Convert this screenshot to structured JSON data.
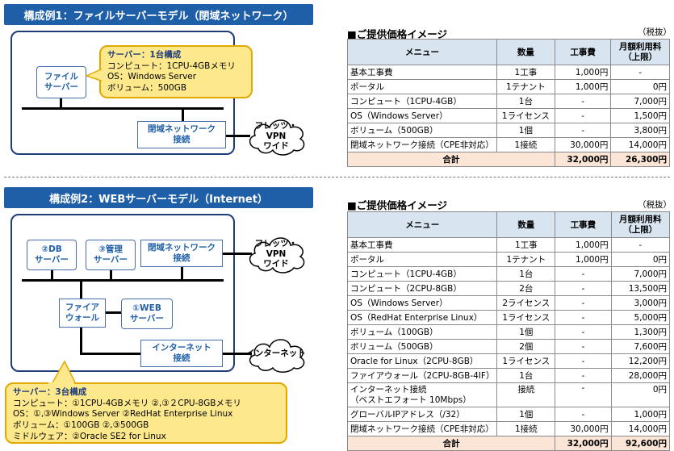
{
  "config1": {
    "banner": "構成例1：ファイルサーバーモデル（閉域ネットワーク）",
    "server_label": [
      "ファイル",
      "サーバー"
    ],
    "callout": {
      "title": "サーバー：1台構成",
      "lines": [
        "コンピュート：1CPU-4GBメモリ",
        "OS：Windows Server",
        "ボリューム：500GB"
      ]
    },
    "network_box": [
      "閉域ネットワーク",
      "接続"
    ],
    "cloud": [
      "フレッツ・",
      "VPN",
      "ワイド"
    ]
  },
  "config2": {
    "banner": "構成例2：WEBサーバーモデル（Internet）",
    "db_server": [
      "②DB",
      "サーバー"
    ],
    "mgmt_server": [
      "③管理",
      "サーバー"
    ],
    "network_box": [
      "閉域ネットワーク",
      "接続"
    ],
    "cloud_vpn": [
      "フレッツ・",
      "VPN",
      "ワイド"
    ],
    "firewall": [
      "ファイア",
      "ウォール"
    ],
    "web_server": [
      "①WEB",
      "サーバー"
    ],
    "internet_box": [
      "インターネット",
      "接続"
    ],
    "internet_cloud": "インターネット",
    "callout": {
      "title": "サーバー：3台構成",
      "lines": [
        "コンピュート：①1CPU-4GBメモリ ②,③２CPU-8GBメモリ",
        "OS：①,③Windows Server ②RedHat Enterprise Linux",
        "ボリューム：①100GB ②,③500GB",
        "ミドルウェア：②Oracle SE2 for Linux"
      ]
    }
  },
  "table_common": {
    "section_title": "■ご提供価格イメージ",
    "tax_note": "（税抜）",
    "headers": [
      "メニュー",
      "数量",
      "工事費",
      "月額利用料",
      "（上限）"
    ]
  },
  "table1": {
    "rows": [
      [
        "基本工事費",
        "1工事",
        "1,000円",
        "-"
      ],
      [
        "ポータル",
        "1テナント",
        "1,000円",
        "0円"
      ],
      [
        "コンピュート（1CPU-4GB）",
        "1台",
        "-",
        "7,000円"
      ],
      [
        "OS（Windows Server）",
        "1ライセンス",
        "-",
        "1,500円"
      ],
      [
        "ボリューム（500GB）",
        "1個",
        "-",
        "3,800円"
      ],
      [
        "閉域ネットワーク接続（CPE非対応）",
        "1接続",
        "30,000円",
        "14,000円"
      ]
    ],
    "total": [
      "合計",
      "32,000円",
      "26,300円"
    ]
  },
  "table2": {
    "rows": [
      [
        "基本工事費",
        "1工事",
        "1,000円",
        "-"
      ],
      [
        "ポータル",
        "1テナント",
        "1,000円",
        "0円"
      ],
      [
        "コンピュート（1CPU-4GB）",
        "1台",
        "-",
        "7,000円"
      ],
      [
        "コンピュート（2CPU-8GB）",
        "2台",
        "-",
        "13,500円"
      ],
      [
        "OS（Windows Server）",
        "2ライセンス",
        "-",
        "3,000円"
      ],
      [
        "OS（RedHat Enterprise Linux）",
        "1ライセンス",
        "-",
        "5,000円"
      ],
      [
        "ボリューム（100GB）",
        "1個",
        "-",
        "1,300円"
      ],
      [
        "ボリューム（500GB）",
        "2個",
        "-",
        "7,600円"
      ],
      [
        "Oracle for Linux（2CPU-8GB）",
        "1ライセンス",
        "-",
        "12,200円"
      ],
      [
        "ファイアウォール（2CPU-8GB-4IF）",
        "1台",
        "-",
        "28,000円"
      ],
      [
        "インターネット接続",
        "接続",
        "-",
        "0円"
      ],
      [
        "グローバルIPアドレス（/32）",
        "1個",
        "-",
        "1,000円"
      ],
      [
        "閉域ネットワーク接続（CPE非対応）",
        "1接続",
        "30,000円",
        "14,000円"
      ]
    ],
    "internet_row_sub": "（ベストエフォート 10Mbps）",
    "total": [
      "合計",
      "32,000円",
      "92,600円"
    ]
  }
}
